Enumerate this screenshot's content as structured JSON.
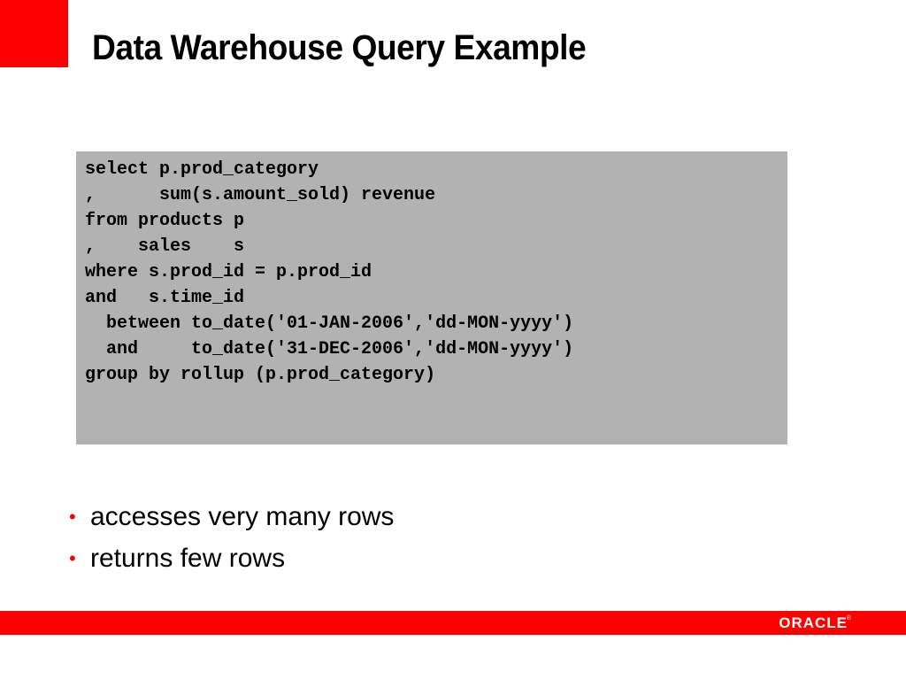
{
  "slide": {
    "title": "Data Warehouse Query Example",
    "accent_color": "#ff0000",
    "code_background": "#b2b2b2"
  },
  "code": {
    "lines": [
      "select p.prod_category",
      ",      sum(s.amount_sold) revenue",
      "from products p",
      ",    sales    s",
      "where s.prod_id = p.prod_id",
      "and   s.time_id",
      "  between to_date('01-JAN-2006','dd-MON-yyyy')",
      "  and     to_date('31-DEC-2006','dd-MON-yyyy')",
      "group by rollup (p.prod_category)"
    ]
  },
  "bullets": {
    "marker": "•",
    "items": [
      "accesses very many rows",
      "returns few rows"
    ]
  },
  "footer": {
    "logo_text": "ORACLE",
    "logo_mark": "®"
  }
}
